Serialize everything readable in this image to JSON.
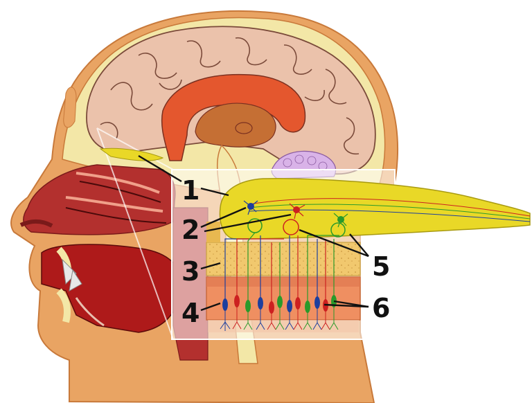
{
  "colors": {
    "skin": "#e9a463",
    "skin_dark": "#c8793a",
    "bone": "#f3e7a7",
    "brain": "#ebc2ab",
    "brain_inner": "#e4572e",
    "brainstem": "#c56f34",
    "cavity": "#b3302e",
    "mouth": "#ae1a1a",
    "bulb": "#e9d827",
    "cribriform": "#f1c86e",
    "epithelium": "#ef8f61",
    "neuron_blue": "#1d3f9e",
    "neuron_red": "#cc2020",
    "neuron_green": "#2a9a2a",
    "cerebellum": "#d9b3e8"
  },
  "labels": {
    "l1": "1",
    "l2": "2",
    "l3": "3",
    "l4": "4",
    "l5": "5",
    "l6": "6"
  }
}
